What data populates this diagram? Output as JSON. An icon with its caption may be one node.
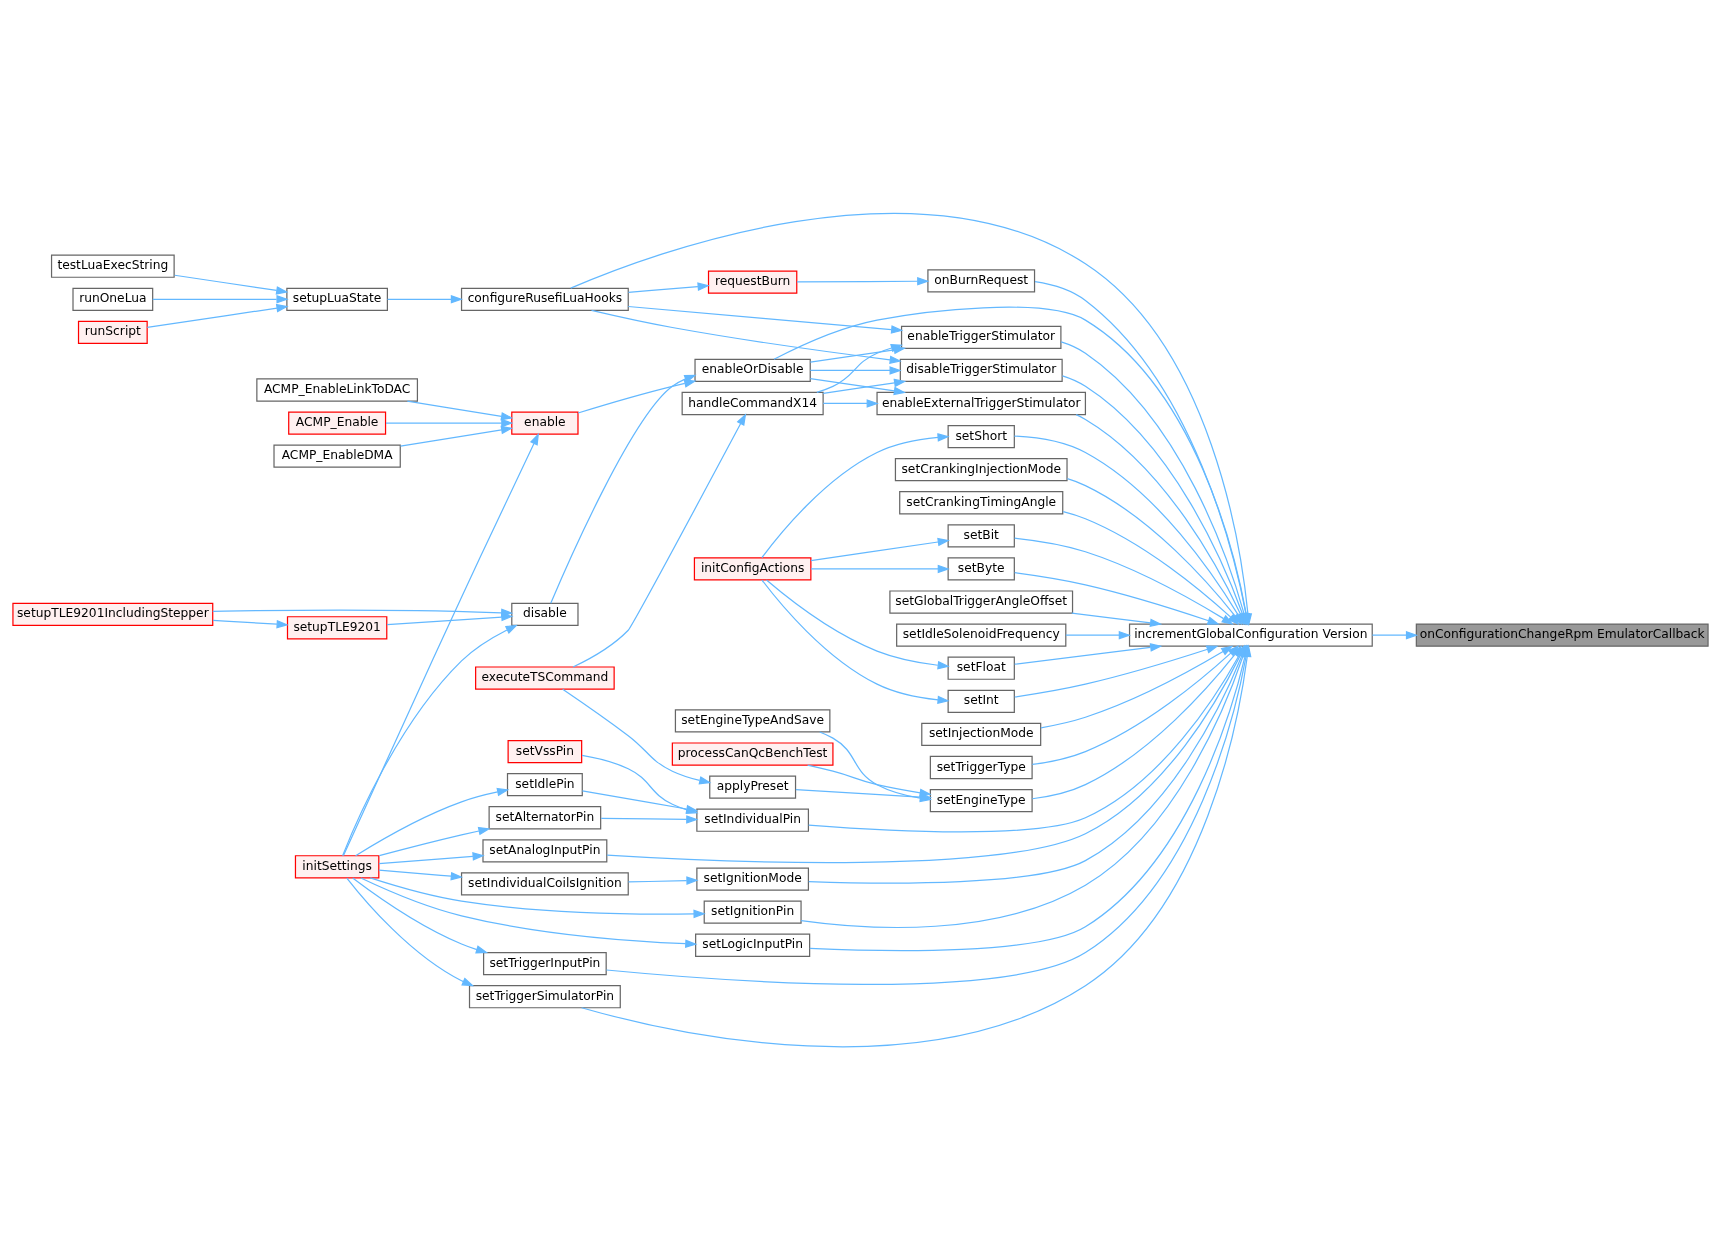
{
  "diagram": {
    "nodes": [
      {
        "text": [
          "onConfigurationChangeRpm EmulatorCallback"
        ]
      },
      {
        "text": [
          "incrementGlobalConfiguration Version"
        ]
      },
      {
        "text": [
          "onBurnRequest"
        ]
      },
      {
        "text": [
          "disableTriggerStimulator"
        ]
      },
      {
        "text": [
          "enableTriggerStimulator"
        ]
      },
      {
        "text": [
          "enableExternalTriggerStimulator"
        ]
      },
      {
        "text": [
          "setShort"
        ]
      },
      {
        "text": [
          "setBit"
        ]
      },
      {
        "text": [
          "setByte"
        ]
      },
      {
        "text": [
          "setCrankingInjectionMode"
        ]
      },
      {
        "text": [
          "setCrankingTimingAngle"
        ]
      },
      {
        "text": [
          "setFloat"
        ]
      },
      {
        "text": [
          "setInt"
        ]
      },
      {
        "text": [
          "setGlobalTriggerAngleOffset"
        ]
      },
      {
        "text": [
          "setIdleSolenoidFrequency"
        ]
      },
      {
        "text": [
          "setEngineType"
        ]
      },
      {
        "text": [
          "setIgnitionMode"
        ]
      },
      {
        "text": [
          "setInjectionMode"
        ]
      },
      {
        "text": [
          "setTriggerType"
        ]
      },
      {
        "text": [
          "configureRusefiLuaHooks"
        ]
      },
      {
        "text": [
          "requestBurn"
        ]
      },
      {
        "text": [
          "handleCommandX14"
        ]
      },
      {
        "text": [
          "enableOrDisable"
        ]
      },
      {
        "text": [
          "initConfigActions"
        ]
      },
      {
        "text": [
          "applyPreset"
        ]
      },
      {
        "text": [
          "setEngineTypeAndSave"
        ]
      },
      {
        "text": [
          "processCanQcBenchTest"
        ]
      },
      {
        "text": [
          "setIndividualCoilsIgnition"
        ]
      },
      {
        "text": [
          "setIgnitionPin"
        ]
      },
      {
        "text": [
          "setIdlePin"
        ]
      },
      {
        "text": [
          "setAlternatorPin"
        ]
      },
      {
        "text": [
          "setVssPin"
        ]
      },
      {
        "text": [
          "setIndividualPin"
        ]
      },
      {
        "text": [
          "setLogicInputPin"
        ]
      },
      {
        "text": [
          "setTriggerInputPin"
        ]
      },
      {
        "text": [
          "setTriggerSimulatorPin"
        ]
      },
      {
        "text": [
          "setAnalogInputPin"
        ]
      },
      {
        "text": [
          "setupLuaState"
        ]
      },
      {
        "text": [
          "enable"
        ]
      },
      {
        "text": [
          "disable"
        ]
      },
      {
        "text": [
          "executeTSCommand"
        ]
      },
      {
        "text": [
          "initSettings"
        ]
      },
      {
        "text": [
          "runScript"
        ]
      },
      {
        "text": [
          "testLuaExecString"
        ]
      },
      {
        "text": [
          "runOneLua"
        ]
      },
      {
        "text": [
          "ACMP_EnableLinkToDAC"
        ]
      },
      {
        "text": [
          "ACMP_Enable"
        ]
      },
      {
        "text": [
          "ACMP_EnableDMA"
        ]
      },
      {
        "text": [
          "setupTLE9201"
        ]
      },
      {
        "text": [
          "setupTLE9201IncludingStepper"
        ]
      }
    ],
    "edges": [
      {
        "from": 42,
        "to": 37,
        "arrow": "to"
      },
      {
        "from": 43,
        "to": 37,
        "arrow": "to"
      },
      {
        "from": 44,
        "to": 37,
        "arrow": "to"
      },
      {
        "from": 37,
        "to": 19,
        "arrow": "to"
      },
      {
        "from": 19,
        "to": 20,
        "arrow": "to"
      },
      {
        "from": 20,
        "to": 2,
        "arrow": "to"
      },
      {
        "from": 19,
        "to": 3,
        "arrow": "to"
      },
      {
        "from": 19,
        "to": 4,
        "arrow": "to"
      },
      {
        "from": 19,
        "to": 1,
        "arrow": "to"
      },
      {
        "from": 45,
        "to": 38,
        "arrow": "to"
      },
      {
        "from": 46,
        "to": 38,
        "arrow": "to"
      },
      {
        "from": 47,
        "to": 38,
        "arrow": "to"
      },
      {
        "from": 38,
        "to": 22,
        "arrow": "to"
      },
      {
        "from": 49,
        "to": 48,
        "arrow": "to"
      },
      {
        "from": 48,
        "to": 39,
        "arrow": "to"
      },
      {
        "from": 49,
        "to": 39,
        "arrow": "to"
      },
      {
        "from": 39,
        "to": 22,
        "arrow": "to"
      },
      {
        "from": 41,
        "to": 38,
        "arrow": "to"
      },
      {
        "from": 41,
        "to": 39,
        "arrow": "to"
      },
      {
        "from": 40,
        "to": 21,
        "arrow": "to"
      },
      {
        "from": 40,
        "to": 24,
        "arrow": "to"
      },
      {
        "from": 21,
        "to": 3,
        "arrow": "to"
      },
      {
        "from": 21,
        "to": 4,
        "arrow": "to"
      },
      {
        "from": 21,
        "to": 5,
        "arrow": "to"
      },
      {
        "from": 22,
        "to": 3,
        "arrow": "to"
      },
      {
        "from": 22,
        "to": 4,
        "arrow": "to"
      },
      {
        "from": 22,
        "to": 5,
        "arrow": "to"
      },
      {
        "from": 22,
        "to": 1,
        "arrow": "to"
      },
      {
        "from": 23,
        "to": 6,
        "arrow": "to"
      },
      {
        "from": 23,
        "to": 7,
        "arrow": "to"
      },
      {
        "from": 23,
        "to": 8,
        "arrow": "to"
      },
      {
        "from": 23,
        "to": 11,
        "arrow": "to"
      },
      {
        "from": 23,
        "to": 12,
        "arrow": "to"
      },
      {
        "from": 24,
        "to": 15,
        "arrow": "to"
      },
      {
        "from": 25,
        "to": 15,
        "arrow": "to"
      },
      {
        "from": 26,
        "to": 15,
        "arrow": "to"
      },
      {
        "from": 27,
        "to": 16,
        "arrow": "to"
      },
      {
        "from": 41,
        "to": 27,
        "arrow": "to"
      },
      {
        "from": 41,
        "to": 28,
        "arrow": "to"
      },
      {
        "from": 41,
        "to": 29,
        "arrow": "to"
      },
      {
        "from": 41,
        "to": 30,
        "arrow": "to"
      },
      {
        "from": 41,
        "to": 33,
        "arrow": "to"
      },
      {
        "from": 41,
        "to": 34,
        "arrow": "to"
      },
      {
        "from": 41,
        "to": 35,
        "arrow": "to"
      },
      {
        "from": 41,
        "to": 36,
        "arrow": "to"
      },
      {
        "from": 29,
        "to": 32,
        "arrow": "to"
      },
      {
        "from": 30,
        "to": 32,
        "arrow": "to"
      },
      {
        "from": 31,
        "to": 32,
        "arrow": "to"
      },
      {
        "from": 2,
        "to": 1,
        "arrow": "to"
      },
      {
        "from": 3,
        "to": 1,
        "arrow": "to"
      },
      {
        "from": 4,
        "to": 1,
        "arrow": "to"
      },
      {
        "from": 5,
        "to": 1,
        "arrow": "to"
      },
      {
        "from": 6,
        "to": 1,
        "arrow": "to"
      },
      {
        "from": 7,
        "to": 1,
        "arrow": "to"
      },
      {
        "from": 8,
        "to": 1,
        "arrow": "to"
      },
      {
        "from": 9,
        "to": 1,
        "arrow": "to"
      },
      {
        "from": 10,
        "to": 1,
        "arrow": "to"
      },
      {
        "from": 11,
        "to": 1,
        "arrow": "to"
      },
      {
        "from": 12,
        "to": 1,
        "arrow": "to"
      },
      {
        "from": 13,
        "to": 1,
        "arrow": "to"
      },
      {
        "from": 14,
        "to": 1,
        "arrow": "to"
      },
      {
        "from": 15,
        "to": 1,
        "arrow": "to"
      },
      {
        "from": 16,
        "to": 1,
        "arrow": "to"
      },
      {
        "from": 17,
        "to": 1,
        "arrow": "to"
      },
      {
        "from": 18,
        "to": 1,
        "arrow": "to"
      },
      {
        "from": 28,
        "to": 1,
        "arrow": "to"
      },
      {
        "from": 32,
        "to": 1,
        "arrow": "to"
      },
      {
        "from": 33,
        "to": 1,
        "arrow": "to"
      },
      {
        "from": 34,
        "to": 1,
        "arrow": "to"
      },
      {
        "from": 35,
        "to": 1,
        "arrow": "to"
      },
      {
        "from": 36,
        "to": 1,
        "arrow": "to"
      },
      {
        "from": 1,
        "to": 0,
        "arrow": "to"
      }
    ]
  }
}
